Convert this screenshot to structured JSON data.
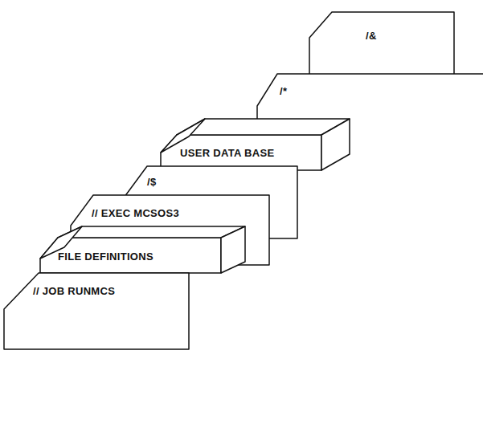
{
  "diagram": {
    "nodes": [
      {
        "text": [
          "// JOB RUNMCS"
        ]
      },
      {
        "text": [
          "FILE DEFINITIONS"
        ]
      },
      {
        "text": [
          "// EXEC MCSOS3"
        ]
      },
      {
        "text": [
          "/$"
        ]
      },
      {
        "text": [
          "USER DATA BASE"
        ]
      },
      {
        "text": [
          "/*"
        ]
      },
      {
        "text": [
          "/&"
        ]
      }
    ]
  }
}
